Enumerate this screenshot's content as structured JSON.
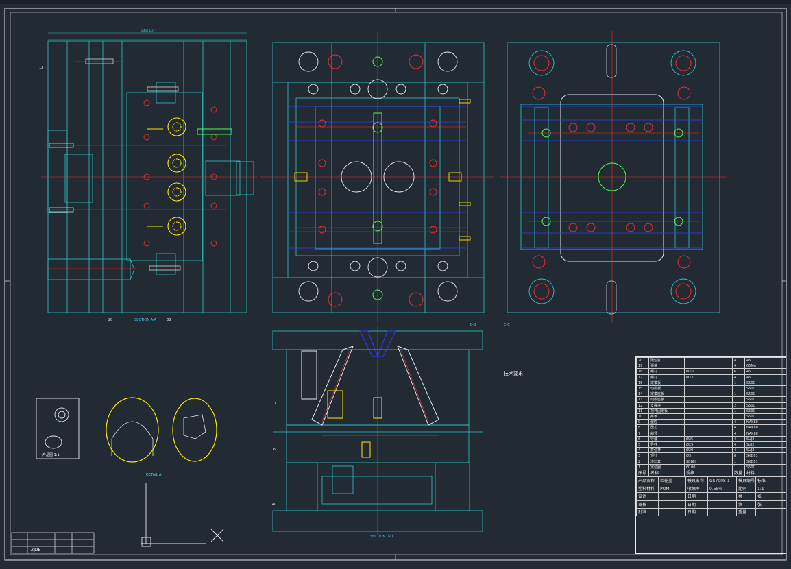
{
  "drawing": {
    "view_labels": {
      "left_view": "SECTION A-A",
      "center_view": "B-B",
      "right_view": "C-C",
      "bottom_view": "SECTION D-D",
      "detail_view": "DETAIL A",
      "product_view": "产品图 1:1"
    },
    "notes": {
      "tech_note": "技术要求",
      "dimension_overall": "290(SO)"
    },
    "balloons_left": [
      "13",
      "20",
      "33"
    ],
    "balloons_bottom": [
      "11",
      "39",
      "40"
    ],
    "colors": {
      "background": "#222a33",
      "frame": "#e8e8e8",
      "geometry": "#29c9c9",
      "centerline": "#ff2d2d",
      "hidden": "#3040ff",
      "part": "#ffe600",
      "bolt": "#d6d6d6",
      "highlight": "#4dff4d"
    }
  },
  "title_block": {
    "rows": [
      [
        "产品名称",
        "齿轮盖",
        "模具名称",
        "GS7008-1",
        "模具编号",
        "标准"
      ],
      [
        "塑料材料",
        "POM",
        "收缩率",
        "0.55%",
        "比例",
        "1:1"
      ],
      [
        "设计",
        "",
        "日期",
        "",
        "共",
        "张"
      ],
      [
        "审核",
        "",
        "日期",
        "",
        "第",
        "张"
      ],
      [
        "批准",
        "",
        "日期",
        "",
        "重量",
        ""
      ]
    ],
    "bom_rows": [
      [
        "1",
        "定位圈",
        "Ø100",
        "1",
        "S50C"
      ],
      [
        "2",
        "浇口套",
        "SBBH",
        "1",
        "SKD61"
      ],
      [
        "3",
        "顶针",
        "Ø3",
        "8",
        "SKD61"
      ],
      [
        "4",
        "复位杆",
        "Ø20",
        "4",
        "SUJ2"
      ],
      [
        "5",
        "导柱",
        "Ø25",
        "4",
        "SUJ2"
      ],
      [
        "6",
        "导套",
        "Ø25",
        "4",
        "SUJ2"
      ],
      [
        "7",
        "斜顶",
        "",
        "4",
        "NAK80"
      ],
      [
        "8",
        "型芯",
        "",
        "4",
        "NAK80"
      ],
      [
        "9",
        "型腔",
        "",
        "4",
        "NAK80"
      ],
      [
        "10",
        "推板",
        "",
        "1",
        "S50C"
      ],
      [
        "11",
        "顶杆固定板",
        "",
        "1",
        "S50C"
      ],
      [
        "12",
        "支撑块",
        "",
        "2",
        "S50C"
      ],
      [
        "13",
        "动模座板",
        "",
        "1",
        "S50C"
      ],
      [
        "14",
        "定模座板",
        "",
        "1",
        "S50C"
      ],
      [
        "15",
        "动模板",
        "",
        "1",
        "S50C"
      ],
      [
        "16",
        "定模板",
        "",
        "1",
        "S50C"
      ],
      [
        "17",
        "螺钉",
        "M12",
        "4",
        "45"
      ],
      [
        "18",
        "螺钉",
        "M10",
        "6",
        "45"
      ],
      [
        "19",
        "弹簧",
        "",
        "4",
        "65Mn"
      ],
      [
        "20",
        "限位钉",
        "",
        "4",
        "45"
      ]
    ],
    "header": [
      "序号",
      "名称",
      "规格",
      "数量",
      "材料"
    ]
  },
  "stamp": {
    "text": "ZJDE"
  }
}
